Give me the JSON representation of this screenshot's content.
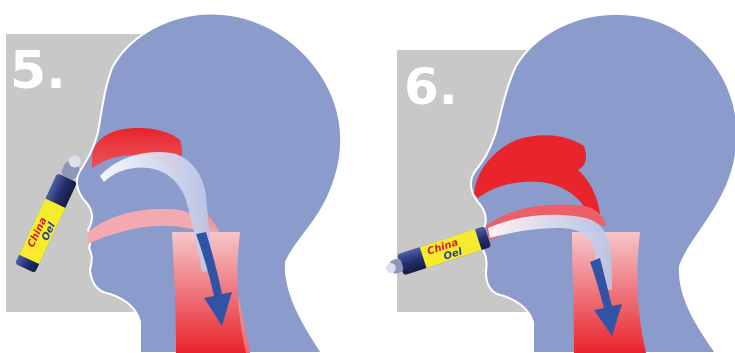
{
  "steps": [
    {
      "number": "5."
    },
    {
      "number": "6."
    }
  ],
  "product": {
    "brand_top": "China",
    "brand_bottom": "Oel"
  },
  "colors": {
    "panel_gray": "#c8c8c8",
    "head_blue": "#8b9bcb",
    "airway_red": "#e8242c",
    "airflow_white": "#e9eaf5",
    "arrow_blue": "#2f54a6",
    "inhaler_navy": "#24306e",
    "label_yellow": "#f4ec2c",
    "brand_red": "#d4222a",
    "brand_blue": "#2a3f9a"
  }
}
